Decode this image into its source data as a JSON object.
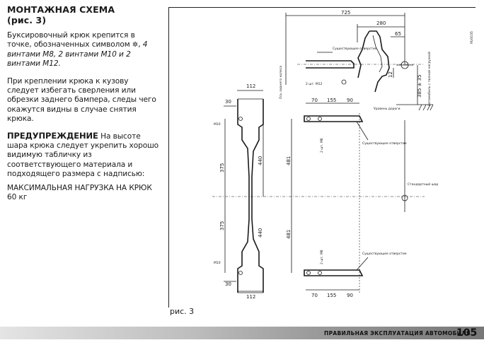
{
  "section": {
    "heading_line1": "МОНТАЖНАЯ СХЕМА",
    "heading_line2": "(рис. 3)",
    "p1_a": "Буксировочный крюк крепится в точке, обозначенных символом",
    "p1_glyph": "✲",
    "p1_b": ",",
    "p1_c": "4 винтами М8, 2 винтами М10 и 2 винтами М12.",
    "p2": "При креплении крюка к кузову следует избегать сверления или обрезки заднего бампера, следы чего окажутся видны в случае снятия крюка.",
    "warn_title": "ПРЕДУПРЕЖДЕНИЕ",
    "warn_text": " На высоте шара крюка следует укрепить хорошо видимую табличку из соответствующего материала и подходящего размера с надписью:",
    "p4": "МАКСИМАЛЬНАЯ НАГРУЗКА НА КРЮК 60 кг"
  },
  "figure": {
    "caption": "рис. 3",
    "code": "RU0035",
    "dims": {
      "d725": "725",
      "d280": "280",
      "d65": "65",
      "d112_top": "112",
      "d112_bottom": "112",
      "d30_top": "30",
      "d30_bottom": "30",
      "d70_top": "70",
      "d155_top": "155",
      "d90_top": "90",
      "d70_bottom": "70",
      "d155_bottom": "155",
      "d90_bottom": "90",
      "d375_top": "375",
      "d375_bottom": "375",
      "d440_top": "440",
      "d440_bottom": "440",
      "d481_top": "481",
      "d481_bottom": "481",
      "d12": "12",
      "d385": "385 ± 35"
    },
    "labels": {
      "m10_top": "M10",
      "m10_bottom": "M10",
      "m12": "2 шт. M12",
      "m8_top": "2 шт. M8",
      "m8_bottom": "2 шт. M8",
      "existing_hole_1": "Существующее отверстие",
      "existing_hole_2": "Существующее отверстие",
      "existing_hole_3": "Существующее отверстие",
      "ground_level": "Уровень дороги",
      "standard_ball": "Стандартный шар",
      "rear_bumper": "Ось заднего колеса",
      "load_note": "Автомобиль с полной нагрузкой"
    }
  },
  "footer": {
    "title": "ПРАВИЛЬНАЯ ЭКСПЛУАТАЦИЯ АВТОМОБИЛЯ",
    "page": "105"
  }
}
